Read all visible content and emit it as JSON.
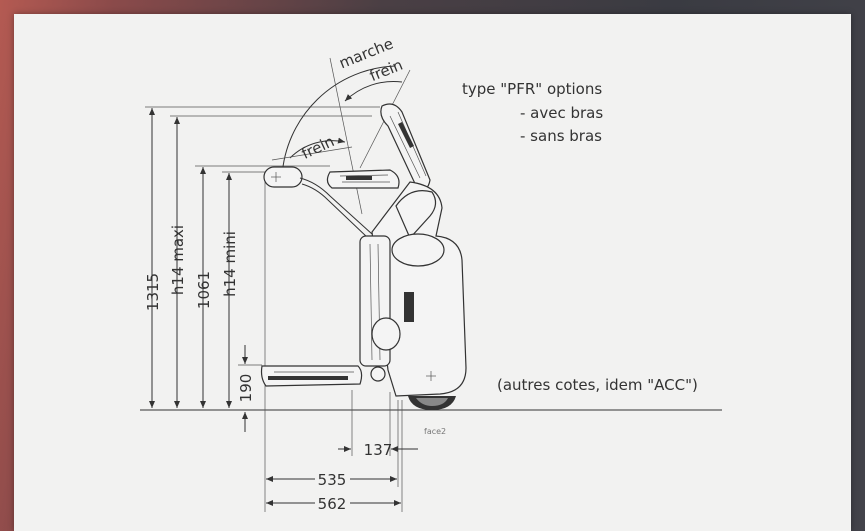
{
  "dimensions": {
    "d1315": "1315",
    "h14maxi": "h14 maxi",
    "d1061": "1061",
    "h14mini": "h14 mini",
    "d190": "190",
    "d137": "137",
    "d535": "535",
    "d562": "562"
  },
  "angles": {
    "marche": "marche",
    "frein_top": "frein",
    "frein_low": "frein"
  },
  "notes": {
    "line1": "type \"PFR\" options",
    "line2": "- avec bras",
    "line3": "- sans bras",
    "others": "(autres cotes, idem \"ACC\")",
    "view": "face2"
  }
}
